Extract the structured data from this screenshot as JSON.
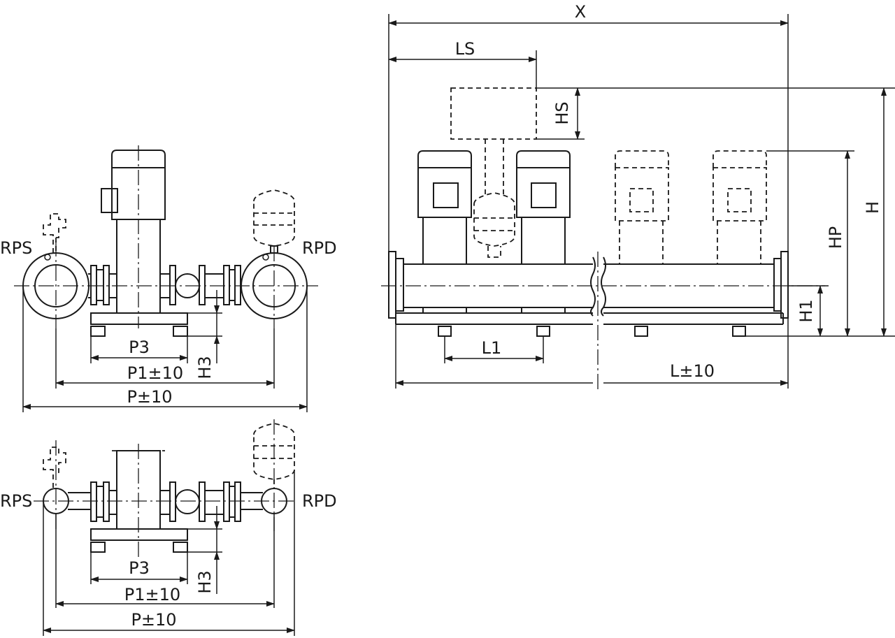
{
  "colors": {
    "stroke": "#1a1a1a",
    "background": "#ffffff"
  },
  "labels": {
    "side_top": {
      "rps": "RPS",
      "rpd": "RPD",
      "p3": "P3",
      "p1": "P1±10",
      "p": "P±10",
      "h3": "H3"
    },
    "side_bottom": {
      "rps": "RPS",
      "rpd": "RPD",
      "p3": "P3",
      "p1": "P1±10",
      "p": "P±10",
      "h3": "H3"
    },
    "front": {
      "x": "X",
      "ls": "LS",
      "hs": "HS",
      "hp": "HP",
      "h": "H",
      "h1": "H1",
      "l1": "L1",
      "l": "L±10"
    }
  }
}
